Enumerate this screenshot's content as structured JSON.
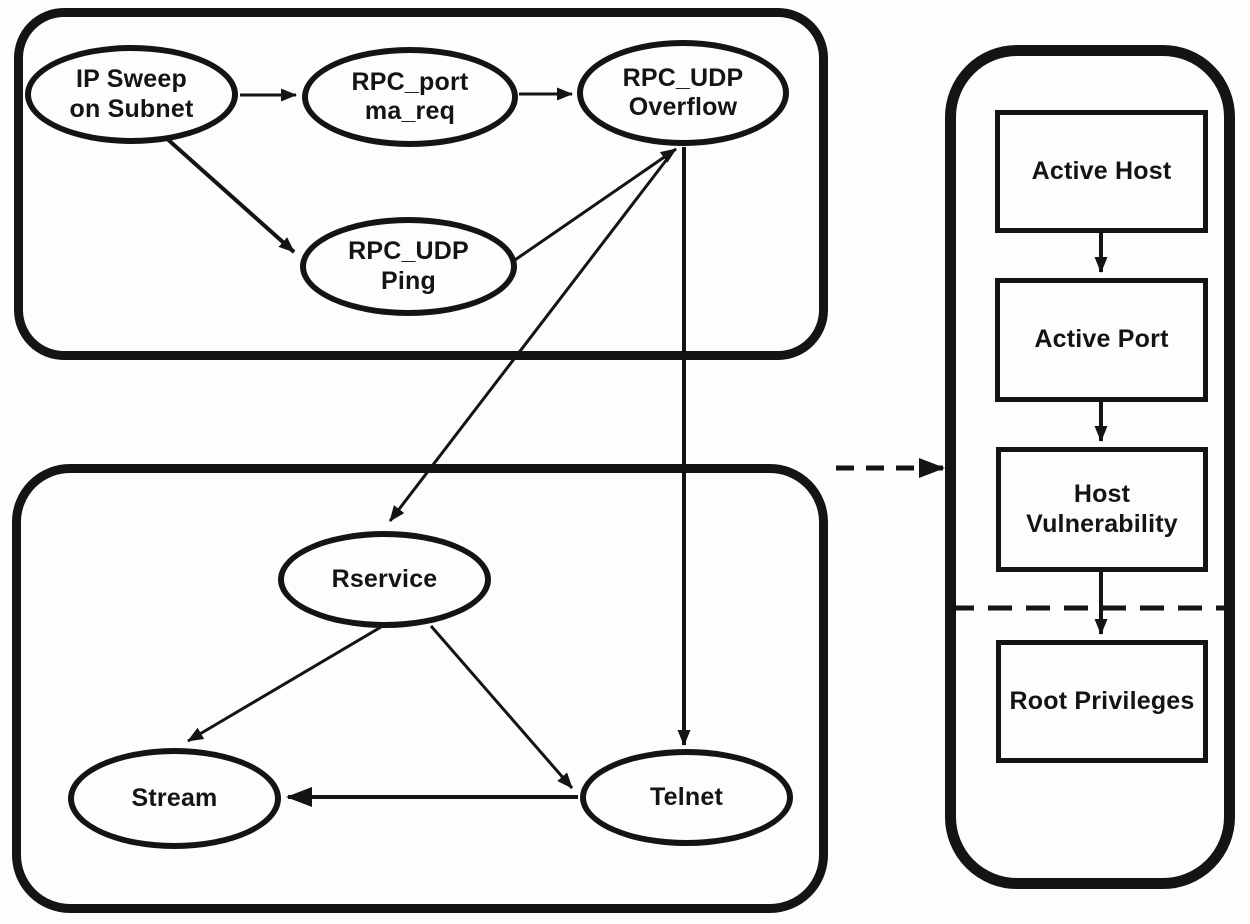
{
  "figure": {
    "background": "#fdfdfd",
    "ink_color": "#141414",
    "description": "Attack graph with two exploit phases leading to host state panel"
  },
  "attack_graph": {
    "nodes": [
      {
        "id": "ip-sweep-on-subnet",
        "label": "IP Sweep\non Subnet"
      },
      {
        "id": "rpc-portma-req",
        "label": "RPC_port\nma_req"
      },
      {
        "id": "rpc-udp-overflow",
        "label": "RPC_UDP\nOverflow"
      },
      {
        "id": "rpc-udp-ping",
        "label": "RPC_UDP\nPing"
      },
      {
        "id": "rservice",
        "label": "Rservice"
      },
      {
        "id": "stream",
        "label": "Stream"
      },
      {
        "id": "telnet",
        "label": "Telnet"
      }
    ],
    "edges": [
      {
        "from": "ip-sweep-on-subnet",
        "to": "rpc-portma-req",
        "style": "solid"
      },
      {
        "from": "rpc-portma-req",
        "to": "rpc-udp-overflow",
        "style": "solid"
      },
      {
        "from": "ip-sweep-on-subnet",
        "to": "rpc-udp-ping",
        "style": "solid"
      },
      {
        "from": "rpc-udp-ping",
        "to": "rpc-udp-overflow",
        "style": "solid"
      },
      {
        "from": "rpc-udp-overflow",
        "to": "rservice",
        "style": "solid"
      },
      {
        "from": "rpc-udp-overflow",
        "to": "telnet",
        "style": "solid"
      },
      {
        "from": "rservice",
        "to": "stream",
        "style": "solid"
      },
      {
        "from": "rservice",
        "to": "telnet",
        "style": "solid"
      },
      {
        "from": "telnet",
        "to": "stream",
        "style": "solid-bold"
      }
    ]
  },
  "state_panel": {
    "steps": [
      {
        "label": "Active Host"
      },
      {
        "label": "Active Port"
      },
      {
        "label": "Host\nVulnerability"
      },
      {
        "label": "Root Privileges"
      }
    ],
    "separator": "dashed-line",
    "incoming_connector": "dashed-arrow"
  }
}
